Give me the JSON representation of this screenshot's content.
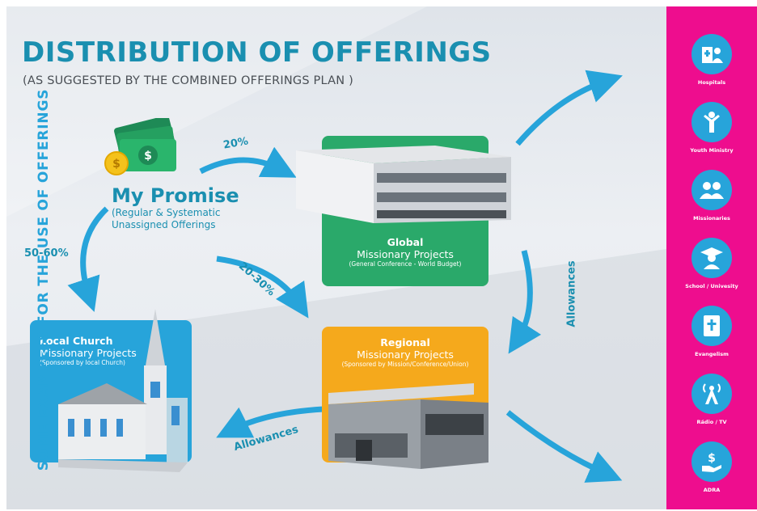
{
  "title": "DISTRIBUTION OF OFFERINGS",
  "subtitle": "(AS SUGGESTED BY THE COMBINED OFFERINGS PLAN )",
  "promise": {
    "title": "My Promise",
    "sub_line1": "(Regular & Systematic",
    "sub_line2": "Unassigned Offerings"
  },
  "percentages": {
    "global": "20%",
    "local": "50-60%",
    "regional": "20-30%"
  },
  "allowances": {
    "global_to_regional": "Allowances",
    "regional_to_local": "Allowances"
  },
  "global": {
    "title": "Global",
    "line": "Missionary Projects",
    "detail": "(General Conference - World Budget)"
  },
  "regional": {
    "title": "Regional",
    "line": "Missionary Projects",
    "detail": "(Sponsored by Mission/Conference/Union)"
  },
  "local": {
    "title": "Local Church",
    "line": "Missionary Projects",
    "detail": "(Sponsored by local Church)"
  },
  "sidebar": {
    "title": "SOME EXAMPLES FOR THE USE OF OFFERINGS",
    "items": [
      {
        "label": "Hospitals",
        "icon": "hospital-icon"
      },
      {
        "label": "Youth Ministry",
        "icon": "youth-icon"
      },
      {
        "label": "Missionaries",
        "icon": "missionaries-icon"
      },
      {
        "label": "School / Univesity",
        "icon": "graduate-icon"
      },
      {
        "label": "Evangelism",
        "icon": "bible-icon"
      },
      {
        "label": "Rádio / TV",
        "icon": "radio-tower-icon"
      },
      {
        "label": "ADRA",
        "icon": "donation-icon"
      }
    ]
  },
  "colors": {
    "accent": "#1a8fb0",
    "global": "#2aa96a",
    "regional": "#f5a91c",
    "local": "#27a4da",
    "sidebar": "#ee0d8e"
  }
}
